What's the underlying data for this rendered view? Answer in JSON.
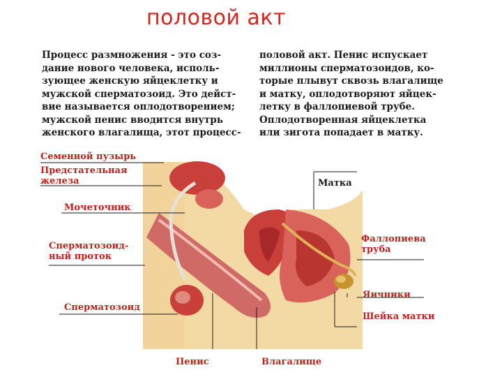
{
  "title": "половой акт",
  "text": {
    "left": "Процесс размножения - это соз-\nдание нового человека, исполь-\nзующее женскую яйцеклетку и\nмужской сперматозоид. Это дейст-\nвие называется оплодотворением;\nмужской пенис вводится внутрь\nженского влагалища, этот процесс-",
    "right": "половой акт. Пенис испускает\nмиллионы сперматозоидов, ко-\nторые плывут сквозь влагалище\nи матку, оплодотворяют яйцек-\nлетку в фаллопиевой трубе.\nОплодотворенная яйцеклетка\nили зигота попадает в матку."
  },
  "labels": {
    "seminal_vesicle": "Семенной пузырь",
    "prostate": "Предстательная\nжелеза",
    "urethra": "Мочеточник",
    "vas_deferens": "Сперматозоид-\nный проток",
    "sperm": "Сперматозоид",
    "penis": "Пенис",
    "vagina": "Влагалище",
    "uterus": "Матка",
    "fallopian_tube": "Фаллопиева\nтруба",
    "ovaries": "Яичники",
    "cervix": "Шейка матки"
  },
  "colors": {
    "title": "#d6231c",
    "red_label": "#c0201a",
    "dark_label": "#1a1a1a",
    "skin": "#f3d9a4",
    "organ": "#c9403b"
  }
}
